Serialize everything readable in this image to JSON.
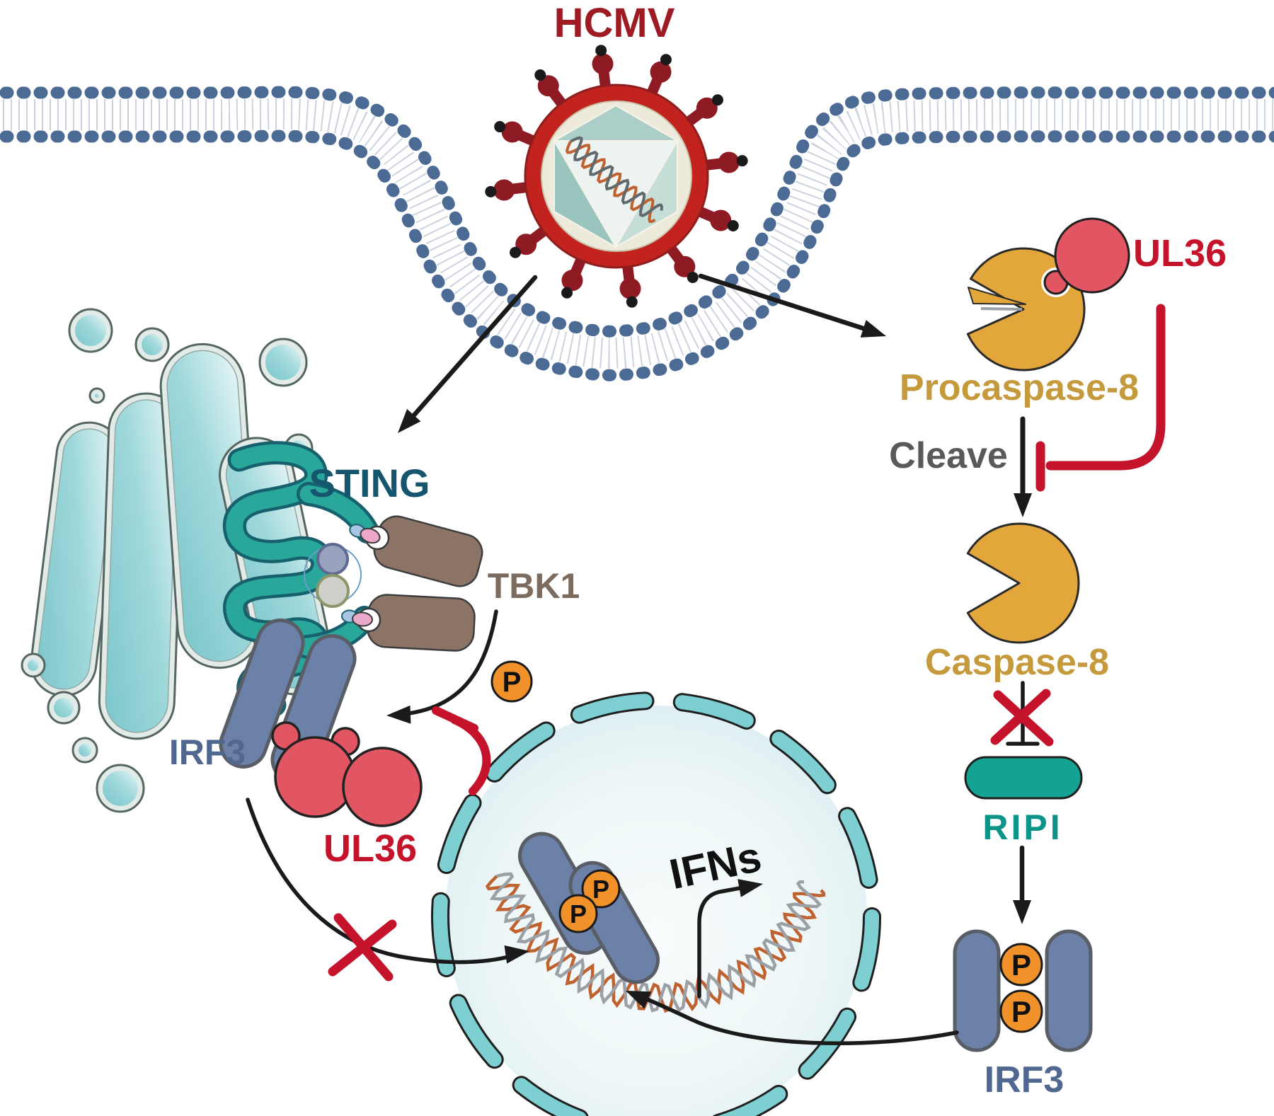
{
  "diagram": {
    "labels": {
      "hcmv": "HCMV",
      "sting": "STING",
      "tbk1": "TBK1",
      "irf3_left": "IRF3",
      "ul36_left": "UL36",
      "ul36_right": "UL36",
      "procaspase8": "Procaspase-8",
      "cleave": "Cleave",
      "caspase8": "Caspase-8",
      "ripi": "RIPI",
      "irf3_right": "IRF3",
      "ifns": "IFNs",
      "phospho": "P"
    },
    "colors": {
      "membrane_head": "#4c6b94",
      "membrane_tail": "#ccd3df",
      "virus_ring": "#c2231e",
      "virus_spike": "#8e1b24",
      "virus_core": "#edeadb",
      "hcmv_text": "#9e1b24",
      "organelle_teal": "#7cc6cb",
      "organelle_outline": "#55655f",
      "sting_fill": "#2aa79b",
      "sting_outline": "#17616e",
      "sting_text": "#15566e",
      "tbk_fill": "#8b7466",
      "tbk_text": "#7c6c60",
      "irf3_fill": "#6b81a7",
      "irf3_outline": "#595e66",
      "irf3_text": "#50678f",
      "ul36_fill": "#e25663",
      "red_accent": "#c5132b",
      "gold_fill": "#e3a63b",
      "gold_text": "#c49a3d",
      "gray_text": "#595959",
      "ripi_fill": "#14a392",
      "ripi_text": "#0d9488",
      "phos_fill": "#f09129",
      "nucleus_rim": "#7ecfd2",
      "dna_orange": "#c0622f",
      "dna_gray": "#9aa0a6",
      "arrow_black": "#1a1a1a"
    }
  }
}
